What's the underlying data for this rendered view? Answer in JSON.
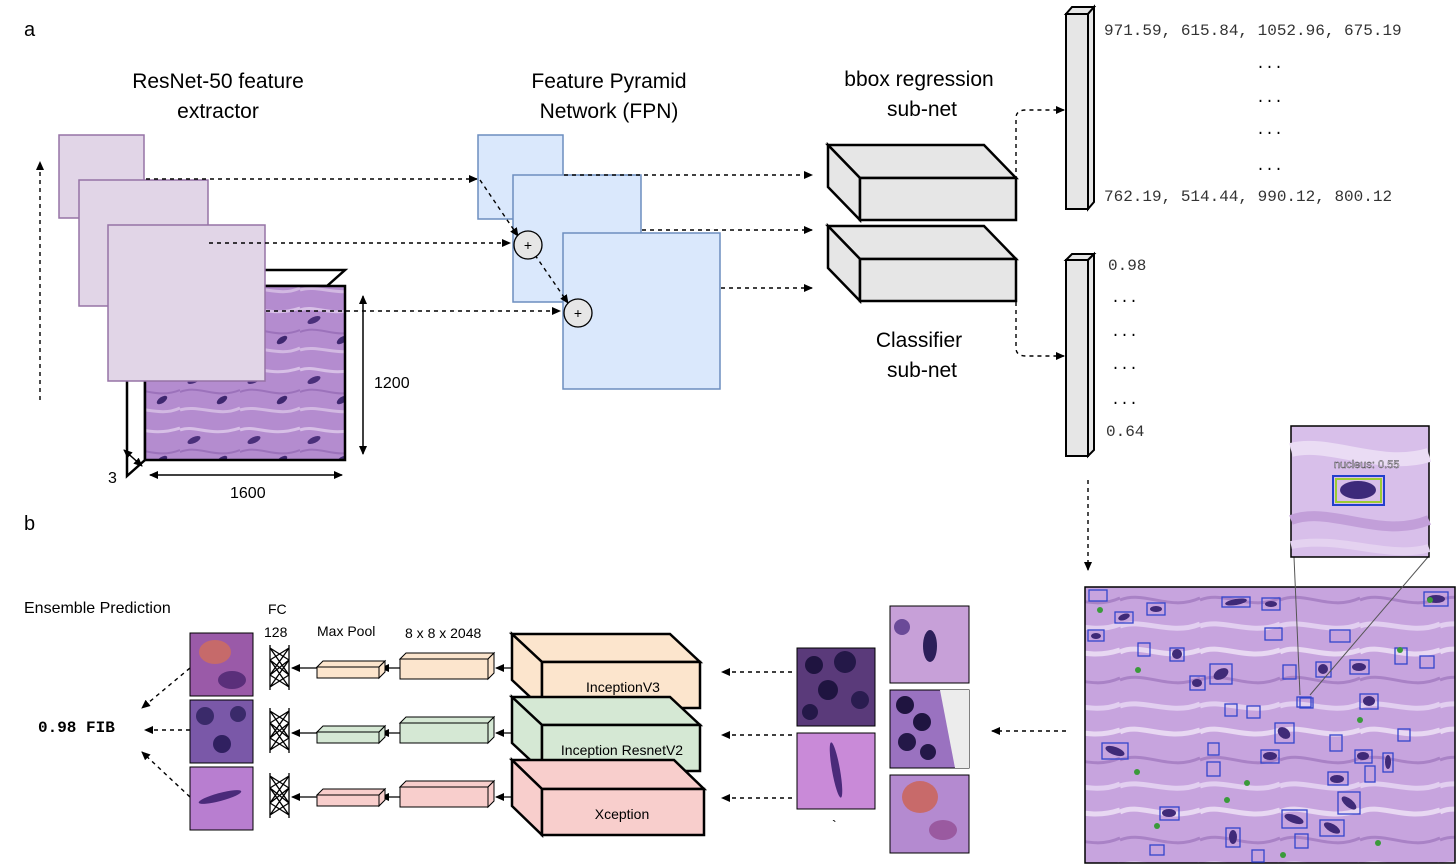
{
  "panel_a": {
    "label": "a",
    "resnet_title_1": "ResNet-50 feature",
    "resnet_title_2": "extractor",
    "fpn_title_1": "Feature Pyramid",
    "fpn_title_2": "Network (FPN)",
    "bbox_title_1": "bbox regression",
    "bbox_title_2": "sub-net",
    "cls_title_1": "Classifier",
    "cls_title_2": "sub-net",
    "plus": "+",
    "dim_height": "1200",
    "dim_width": "1600",
    "dim_depth": "3",
    "bbox_output": {
      "first": "971.59, 615.84, 1052.96, 675.19",
      "ellipsis": "...",
      "last": "762.19, 514.44, 990.12, 800.12"
    },
    "cls_output": {
      "first": "0.98",
      "ellipsis": "...",
      "last": "0.64"
    },
    "zoom_label": "nucleus: 0.55"
  },
  "panel_b": {
    "label": "b",
    "ensemble_title": "Ensemble Prediction",
    "prediction": "0.98 FIB",
    "fc_label": "FC",
    "fc_size": "128",
    "maxpool_label": "Max Pool",
    "feature_shape": "8 x 8 x 2048",
    "models": [
      "InceptionV3",
      "Inception ResnetV2",
      "Xception"
    ],
    "backtick": "`"
  },
  "colors": {
    "resnet_fill": "#e1d5e7",
    "resnet_stroke": "#9673a6",
    "fpn_fill": "#dae8fc",
    "fpn_stroke": "#6c8ebf",
    "box_fill": "#e6e6e6",
    "inception_v3": "#fce5cd",
    "inception_resnet": "#d5e8d4",
    "xception": "#f8cecc",
    "tissue": "#b58bd0",
    "detection_box": "#3344cc"
  }
}
